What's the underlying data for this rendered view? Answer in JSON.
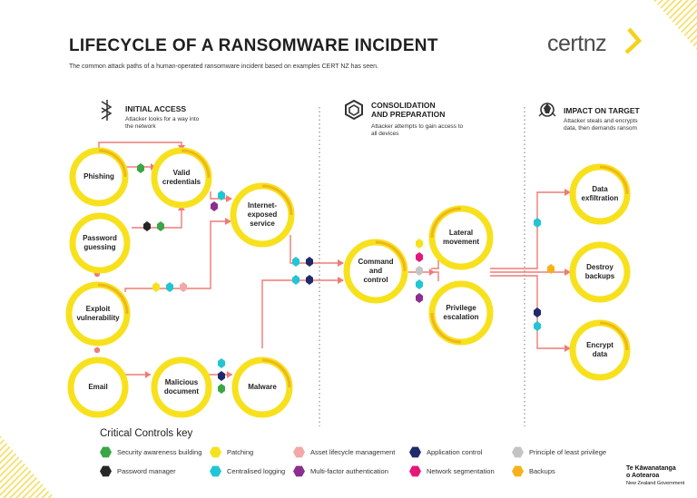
{
  "header": {
    "title": "LIFECYCLE OF A RANSOMWARE INCIDENT",
    "subtitle": "The common attack paths of a human-operated ransomware incident based on examples CERT NZ has seen.",
    "brand_cert": "cert",
    "brand_nz": "nz"
  },
  "sections": {
    "initial_access": {
      "title": "INITIAL ACCESS",
      "desc_1": "Attacker looks for a way into",
      "desc_2": "the network"
    },
    "consolidation": {
      "title_1": "CONSOLIDATION",
      "title_2": "AND PREPARATION",
      "desc_1": "Attacker attempts to gain access to",
      "desc_2": "all devices"
    },
    "impact": {
      "title": "IMPACT ON TARGET",
      "desc_1": "Attacker steals and encrypts",
      "desc_2": "data, then demands ransom"
    }
  },
  "nodes": {
    "phishing": "Phishing",
    "valid_credentials": "Valid\ncredentials",
    "password_guessing": "Password\nguessing",
    "internet_exposed_service": "Internet-\nexposed\nservice",
    "exploit_vulnerability": "Exploit\nvulnerability",
    "email": "Email",
    "malicious_document": "Malicious\ndocument",
    "malware": "Malware",
    "command_and_control": "Command\nand\ncontrol",
    "lateral_movement": "Lateral\nmovement",
    "privilege_escalation": "Privilege\nescalation",
    "data_exfiltration": "Data\nexfiltration",
    "destroy_backups": "Destroy\nbackups",
    "encrypt_data": "Encrypt\ndata"
  },
  "key": {
    "title": "Critical Controls key",
    "items": [
      {
        "label": "Security awareness building",
        "color": "#3aa645"
      },
      {
        "label": "Patching",
        "color": "#f5e21c"
      },
      {
        "label": "Asset lifecycle management",
        "color": "#f3a7a6"
      },
      {
        "label": "Application control",
        "color": "#1f2a6b"
      },
      {
        "label": "Principle of least privilege",
        "color": "#c4c4c4"
      },
      {
        "label": "Password manager",
        "color": "#262626"
      },
      {
        "label": "Centralised logging",
        "color": "#22c5d3"
      },
      {
        "label": "Multi-factor authentication",
        "color": "#8b2e8f"
      },
      {
        "label": "Network segmentation",
        "color": "#e4177b"
      },
      {
        "label": "Backups",
        "color": "#f6b21b"
      }
    ]
  },
  "colors": {
    "node_yellow": "#f7e11d",
    "node_border_accent": "#f0b61b",
    "connector": "#ef7b75"
  },
  "icons": [
    "initial-access-icon",
    "consolidation-icon",
    "impact-icon",
    "cert-nz-chevron-icon"
  ],
  "footer": {
    "gov_1": "Te Kāwanatanga",
    "gov_2": "o Aotearoa",
    "gov_3": "New Zealand Government"
  }
}
